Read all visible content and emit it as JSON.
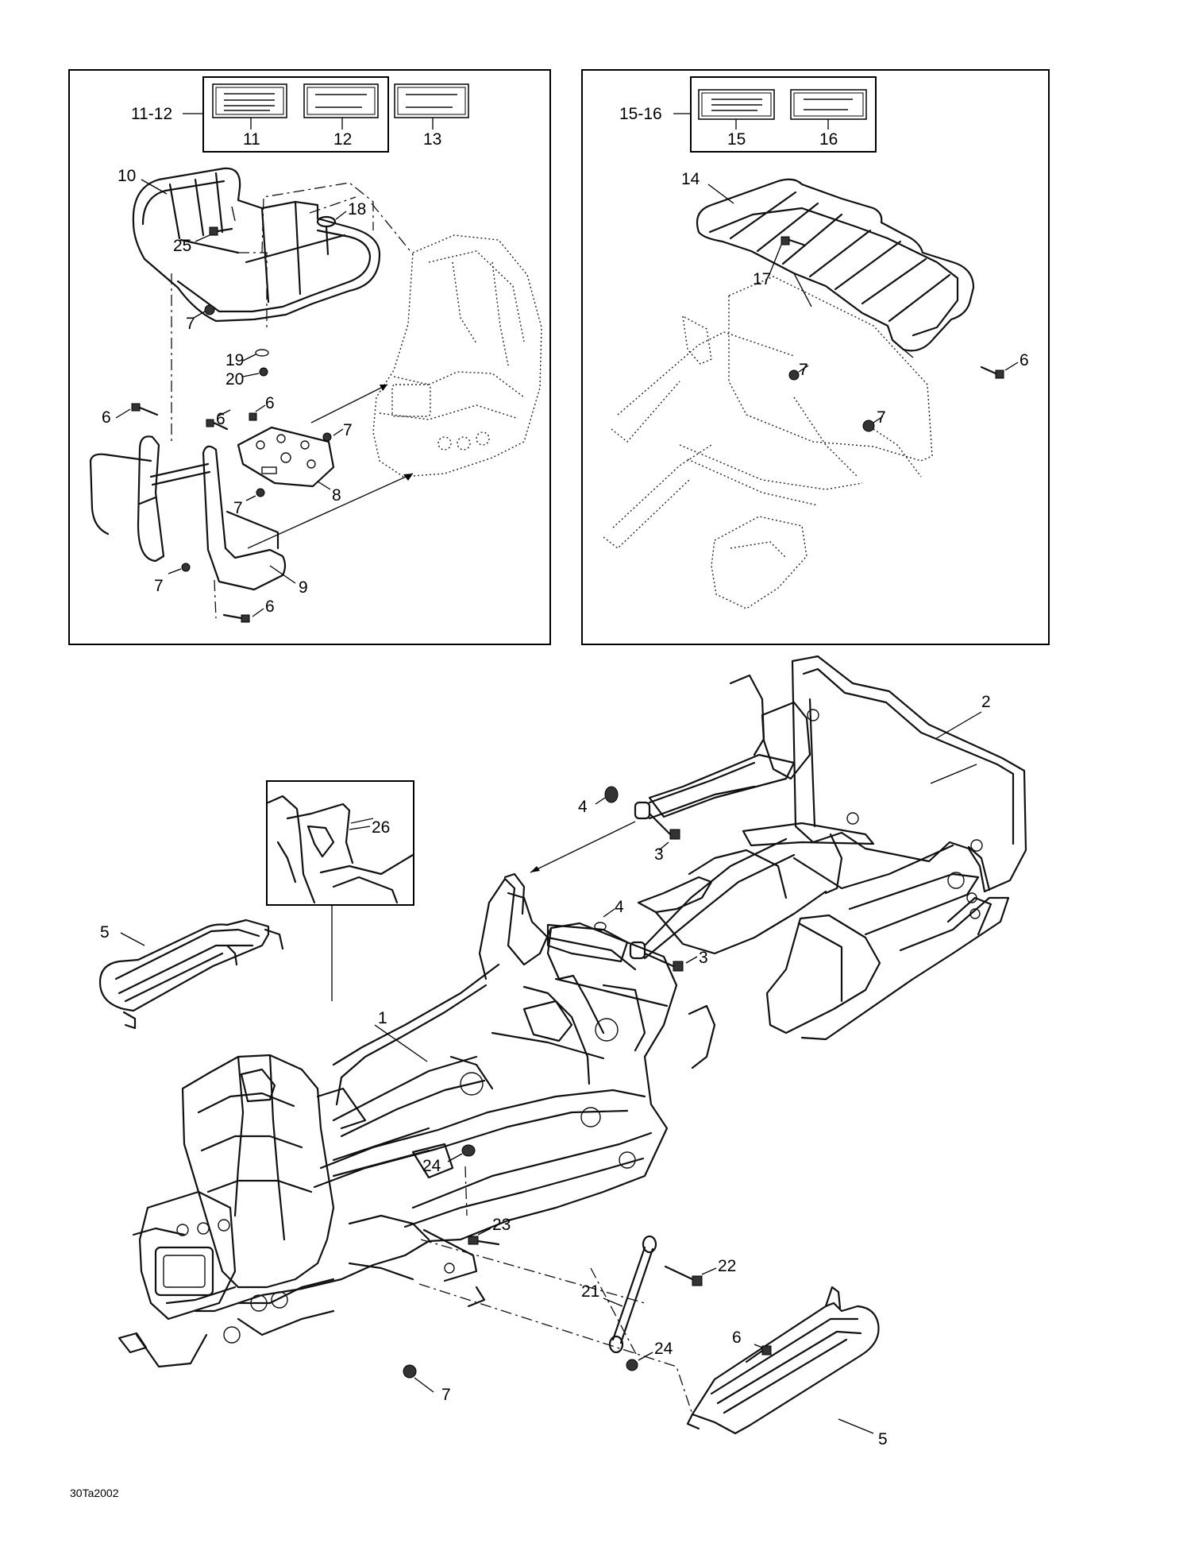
{
  "figure_code": "30Ta2002",
  "callouts": {
    "c1": "1",
    "c2": "2",
    "c3a": "3",
    "c3b": "3",
    "c4a": "4",
    "c4b": "4",
    "c5a": "5",
    "c5b": "5",
    "c6a": "6",
    "c6b": "6",
    "c6c": "6",
    "c6d": "6",
    "c6e": "6",
    "c7a": "7",
    "c7b": "7",
    "c7c": "7",
    "c7d": "7",
    "c7e": "7",
    "c7f": "7",
    "c7g": "7",
    "c8": "8",
    "c9": "9",
    "c10": "10",
    "c11_12": "11-12",
    "c11": "11",
    "c12": "12",
    "c13": "13",
    "c14": "14",
    "c15_16": "15-16",
    "c15": "15",
    "c16": "16",
    "c17": "17",
    "c18": "18",
    "c19": "19",
    "c20": "20",
    "c21": "21",
    "c22": "22",
    "c23": "23",
    "c24a": "24",
    "c24b": "24",
    "c25": "25",
    "c26": "26"
  }
}
